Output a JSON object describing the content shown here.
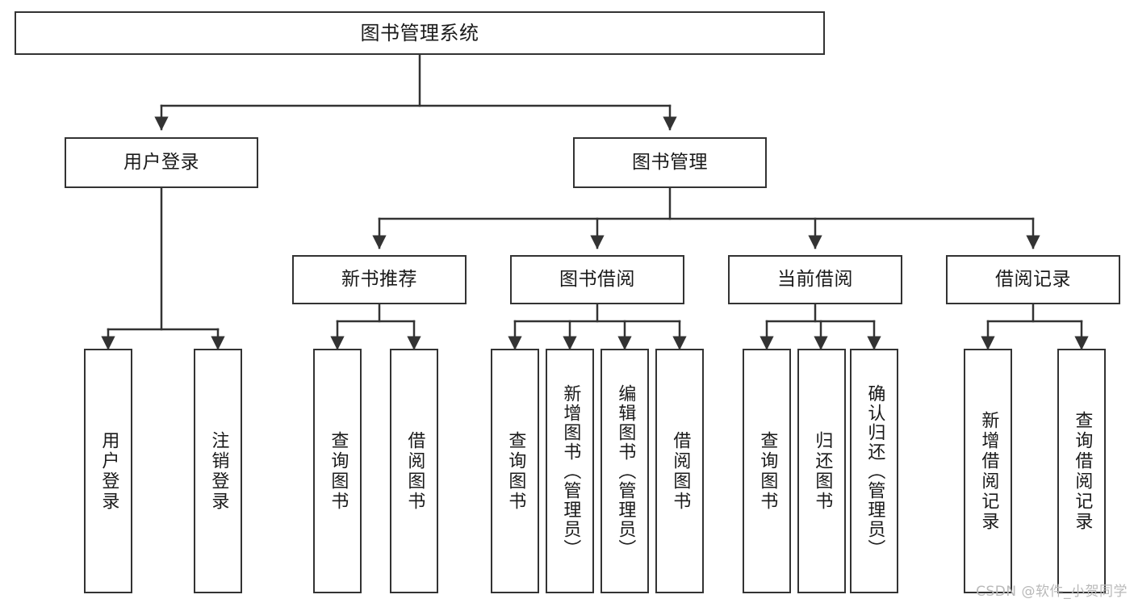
{
  "diagram": {
    "title": "图书管理系统",
    "watermark": "CSDN @软件_小贺同学",
    "stroke_color": "#333333",
    "background_color": "#ffffff",
    "watermark_color": "#b9b9b9"
  },
  "nodes": {
    "root": {
      "label": "图书管理系统"
    },
    "level2": [
      {
        "id": "user-login",
        "label": "用户登录"
      },
      {
        "id": "book-manage",
        "label": "图书管理"
      }
    ],
    "level3": [
      {
        "id": "new-book-recommend",
        "label": "新书推荐"
      },
      {
        "id": "book-borrow",
        "label": "图书借阅"
      },
      {
        "id": "current-borrow",
        "label": "当前借阅"
      },
      {
        "id": "borrow-record",
        "label": "借阅记录"
      }
    ],
    "leaves": {
      "user_login": [
        {
          "id": "leaf-user-login",
          "label": "用户登录"
        },
        {
          "id": "leaf-logout-login",
          "label": "注销登录"
        }
      ],
      "new_book_recommend": [
        {
          "id": "leaf-query-book-1",
          "label": "查询图书"
        },
        {
          "id": "leaf-borrow-book-1",
          "label": "借阅图书"
        }
      ],
      "book_borrow": [
        {
          "id": "leaf-query-book-2",
          "label": "查询图书"
        },
        {
          "id": "leaf-add-book",
          "label": "新增图书（管理员）"
        },
        {
          "id": "leaf-edit-book",
          "label": "编辑图书（管理员）"
        },
        {
          "id": "leaf-borrow-book-2",
          "label": "借阅图书"
        }
      ],
      "current_borrow": [
        {
          "id": "leaf-query-book-3",
          "label": "查询图书"
        },
        {
          "id": "leaf-return-book",
          "label": "归还图书"
        },
        {
          "id": "leaf-confirm-return",
          "label": "确认归还（管理员）"
        }
      ],
      "borrow_record": [
        {
          "id": "leaf-add-record",
          "label": "新增借阅记录"
        },
        {
          "id": "leaf-query-record",
          "label": "查询借阅记录"
        }
      ]
    }
  }
}
